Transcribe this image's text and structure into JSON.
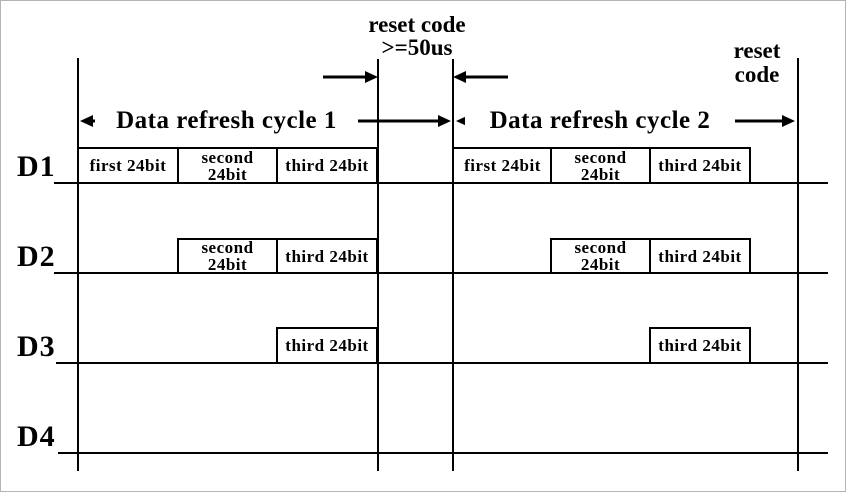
{
  "reset_gap": {
    "title": "reset code",
    "duration": ">=50us"
  },
  "reset_end": {
    "text": "reset\ncode"
  },
  "cycles": [
    {
      "label": "Data refresh cycle 1"
    },
    {
      "label": "Data refresh cycle 2"
    }
  ],
  "rows": [
    {
      "label": "D1"
    },
    {
      "label": "D2"
    },
    {
      "label": "D3"
    },
    {
      "label": "D4"
    }
  ],
  "boxes": {
    "first": "first 24bit",
    "second": "second\n24bit",
    "third": "third 24bit"
  },
  "colors": {
    "line": "#000000",
    "background": "#ffffff",
    "canvas_border": "#b4b4b4"
  }
}
